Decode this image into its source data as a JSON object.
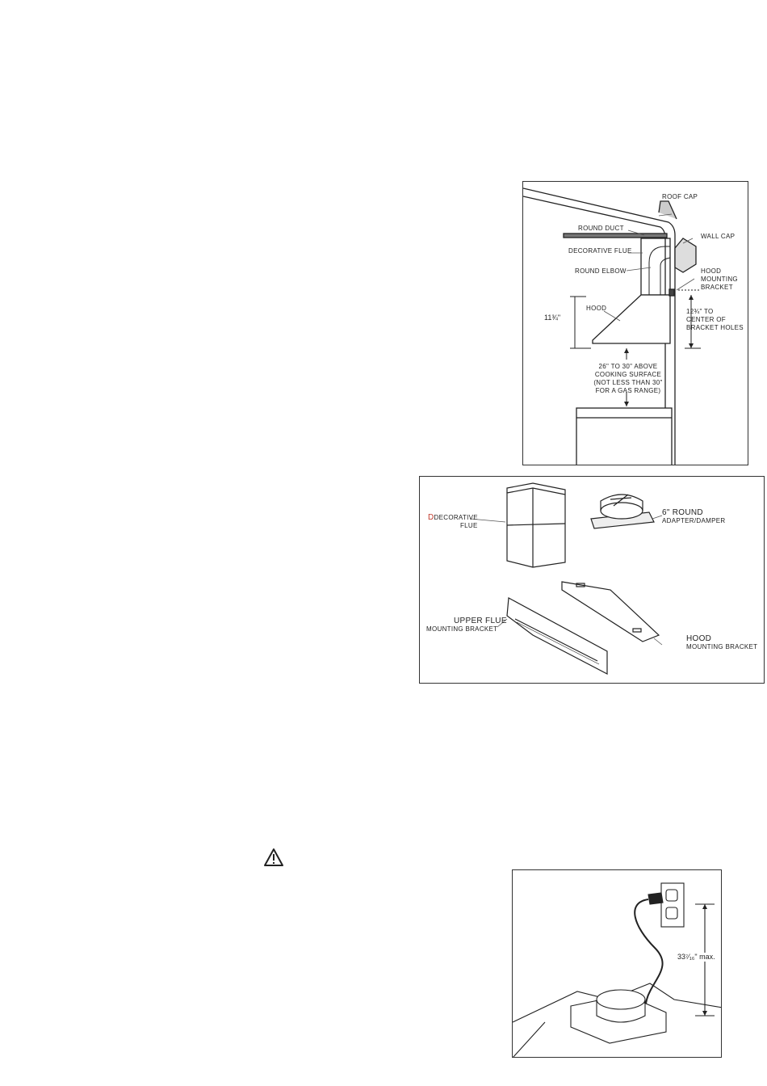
{
  "figure_install": {
    "roof_cap": "Roof cap",
    "round_duct": "Round duct",
    "wall_cap": "Wall cap",
    "decorative_flue": "Decorative flue",
    "round_elbow": "Round elbow",
    "hood_mounting_bracket": [
      "Hood",
      "mounting",
      "bracket"
    ],
    "hood": "Hood",
    "hood_height": "11¾\"",
    "bracket_height": [
      "12¾\" to",
      "center of",
      "bracket holes"
    ],
    "clearance": [
      "26\" to 30\" above",
      "cooking surface",
      "(not less than 30\"",
      "for a gas range)"
    ]
  },
  "figure_parts": {
    "decorative_flue": [
      "Decorative",
      "flue"
    ],
    "adapter": [
      "6\" Round",
      "adapter/damper"
    ],
    "upper_flue_bracket": [
      "Upper flue",
      "mounting bracket"
    ],
    "hood_bracket": [
      "Hood",
      "mounting bracket"
    ]
  },
  "figure_power": {
    "max_height": "33⁷⁄₁₆\" max."
  },
  "colors": {
    "accent_red": "#c0392b",
    "line": "#222222"
  },
  "icons": {
    "warning": "warning-triangle-icon"
  }
}
